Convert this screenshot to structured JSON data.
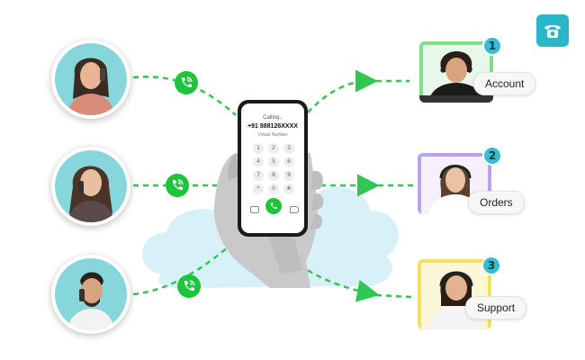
{
  "phone": {
    "status": "Calling..",
    "number": "+91 888126XXXX",
    "subtitle": "Virtual Number",
    "keys": [
      "1",
      "2",
      "3",
      "4",
      "5",
      "6",
      "7",
      "8",
      "9",
      "*",
      "0",
      "#"
    ]
  },
  "agents": [
    {
      "number": "1",
      "label": "Account"
    },
    {
      "number": "2",
      "label": "Orders"
    },
    {
      "number": "3",
      "label": "Support"
    }
  ],
  "colors": {
    "accent_green": "#1ec43c",
    "badge_teal": "#38bcd0",
    "caller_bg": "#86d6db",
    "agent1_frame": "#7ee08a",
    "agent2_frame": "#b9a3ee",
    "agent3_frame": "#f2e35a",
    "cloud": "#d8f1f8"
  },
  "icons": [
    "phone-logo-icon",
    "phone-ring-icon",
    "person-icon",
    "headset-icon",
    "call-button-icon",
    "hand-icon",
    "cloud-icon"
  ]
}
